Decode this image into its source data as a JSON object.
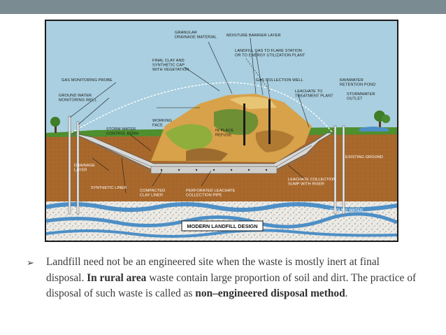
{
  "diagram": {
    "title": "MODERN LANDFILL DESIGN",
    "labels": {
      "granular": [
        "GRANULAR",
        "DRAINAGE MATERIAL"
      ],
      "moisture": "MOISTURE BARRIER LAYER",
      "landfill_gas": [
        "LANDFILL GAS TO FLARE STATION",
        "OR TO ENERGY UTILIZATION PLANT"
      ],
      "final_clay": [
        "FINAL CLAY AND",
        "SYNTHETIC CAP",
        "WITH VEGETATION"
      ],
      "gas_probe": "GAS MONITORING PROBE",
      "gas_well": "GAS COLLECTION WELL",
      "rainwater": [
        "RAINWATER",
        "RETENTION POND"
      ],
      "groundwater_well": [
        "GROUND WATER",
        "MONITORING WELL"
      ],
      "leachate_plant": [
        "LEACHATE TO",
        "TREATMENT PLANT"
      ],
      "stormwater_outlet": [
        "STORMWATER",
        "OUTLET"
      ],
      "working_face": [
        "WORKING",
        "FACE"
      ],
      "storm_berm": [
        "STORM WATER",
        "CONTROL BERM"
      ],
      "in_place": [
        "IN PLACE",
        "REFUSE"
      ],
      "existing_ground": "EXISTING GROUND",
      "drainage_layer": [
        "DRAINAGE",
        "LAYER"
      ],
      "leachate_sump": [
        "LEACHATE COLLECTION",
        "SUMP WITH RISER"
      ],
      "synthetic_liner": "SYNTHETIC LINER",
      "compacted_clay": [
        "COMPACTED",
        "CLAY LINER"
      ],
      "perforated_pipe": [
        "PERFORATED LEACHATE",
        "COLLECTION PIPE"
      ],
      "ground_water": "GROUND WATER"
    }
  },
  "caption": {
    "bullet": "➢",
    "seg1": "Landfill need not be an engineered site when the waste is mostly inert at final disposal. ",
    "bold1": "In rural area",
    "seg2": " waste contain large proportion of soil and dirt. The practice of disposal of such waste is called as ",
    "bold2": "non–engineered disposal method",
    "seg3": "."
  }
}
